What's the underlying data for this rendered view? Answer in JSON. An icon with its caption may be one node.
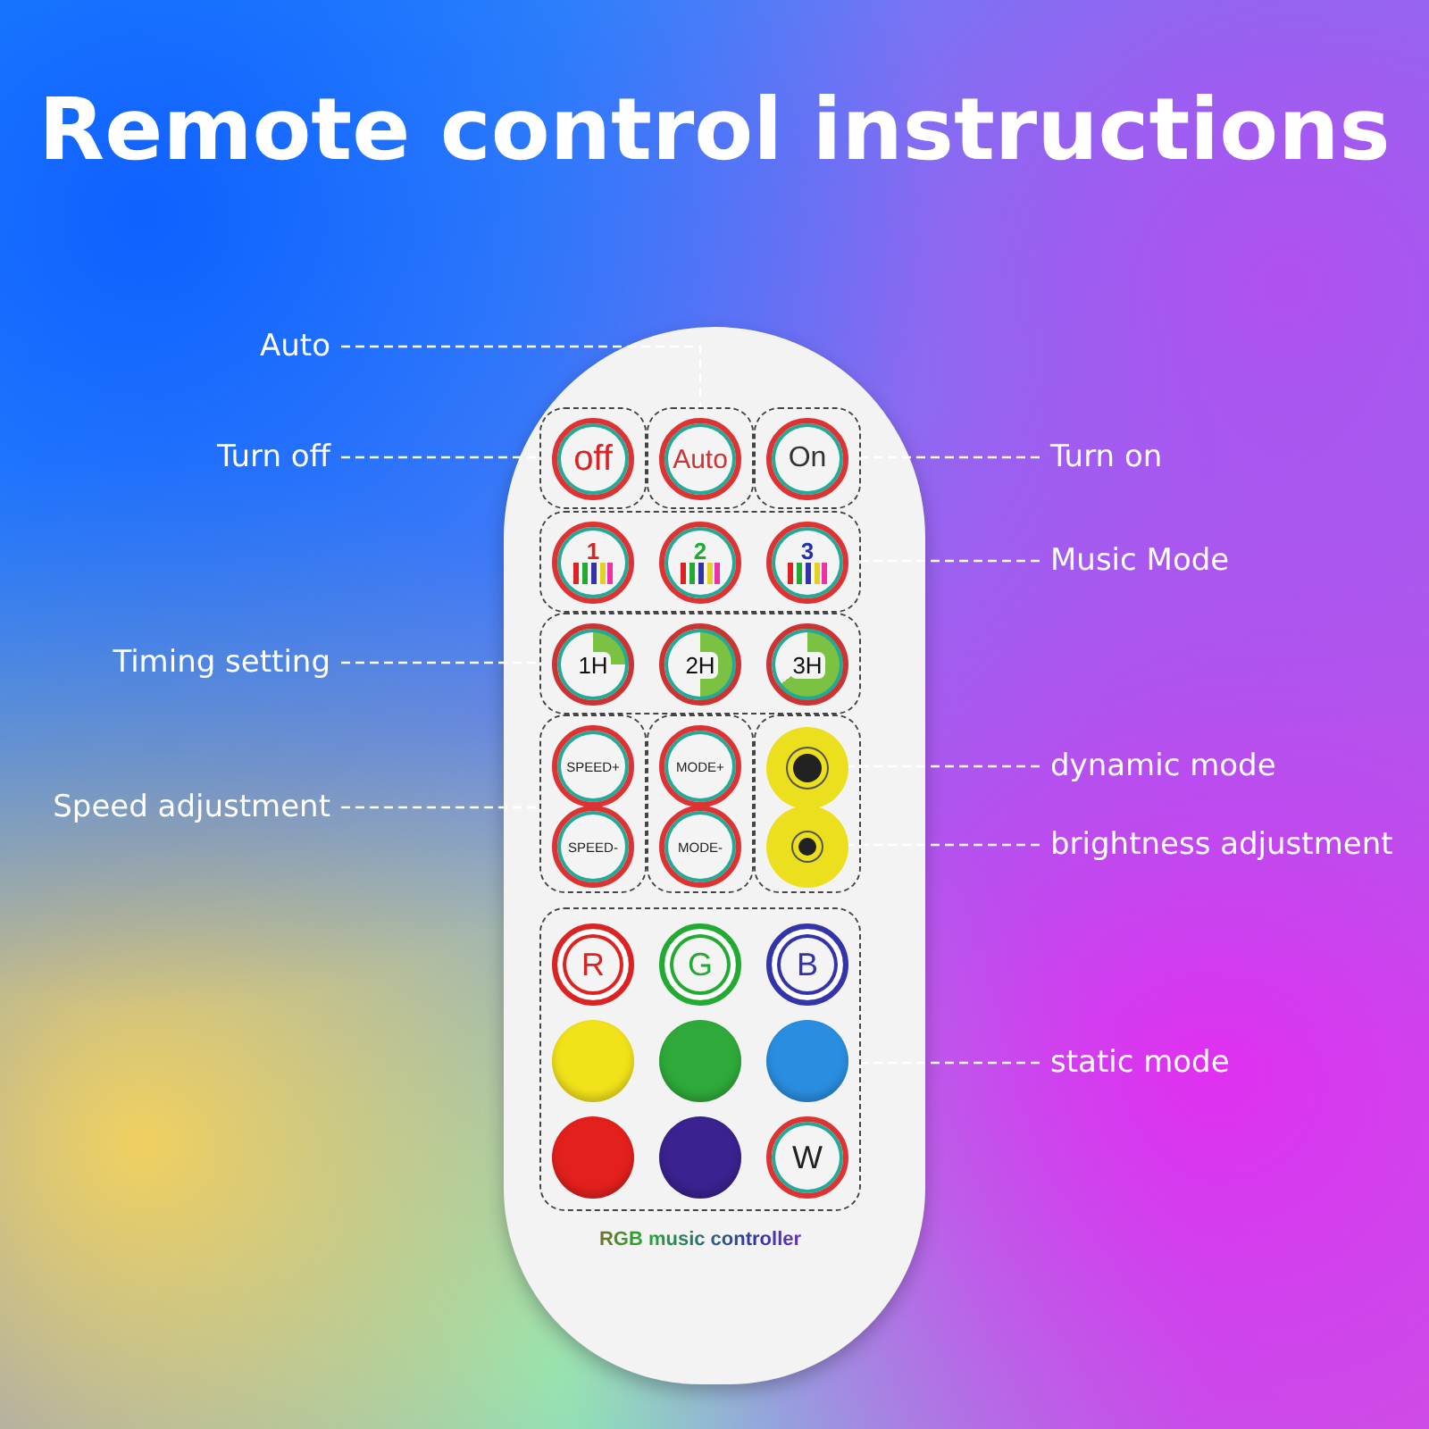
{
  "diagram": {
    "title": "Remote control instructions",
    "nodes": [
      {
        "text": [
          "Auto"
        ]
      },
      {
        "text": [
          "Turn off"
        ]
      },
      {
        "text": [],
        "shape": "box"
      },
      {
        "text": [
          "off"
        ],
        "in": 2
      },
      {
        "text": [],
        "shape": "box"
      },
      {
        "text": [
          "Auto"
        ],
        "in": 4
      },
      {
        "text": [],
        "shape": "box"
      },
      {
        "text": [
          "On"
        ],
        "in": 6
      },
      {
        "text": [
          "Turn on"
        ]
      },
      {
        "text": [],
        "shape": "box"
      },
      {
        "text": [
          "1"
        ],
        "in": 9
      },
      {
        "text": [
          "2"
        ],
        "in": 9
      },
      {
        "text": [
          "3"
        ],
        "in": 9
      },
      {
        "text": [
          "Music Mode"
        ]
      },
      {
        "text": [
          "Timing setting"
        ]
      },
      {
        "text": [],
        "shape": "box"
      },
      {
        "text": [
          "1H"
        ],
        "in": 15
      },
      {
        "text": [
          "2H"
        ],
        "in": 15
      },
      {
        "text": [
          "3H"
        ],
        "in": 15
      },
      {
        "text": [
          "Speed adjustment"
        ]
      },
      {
        "text": [],
        "shape": "box"
      },
      {
        "text": [
          "SPEED+"
        ],
        "in": 20
      },
      {
        "text": [
          "SPEED-"
        ],
        "in": 20
      },
      {
        "text": [],
        "shape": "box"
      },
      {
        "text": [
          "MODE+"
        ],
        "in": 23
      },
      {
        "text": [
          "MODE-"
        ],
        "in": 23
      },
      {
        "text": [],
        "shape": "box"
      },
      {
        "text": [],
        "shape": "circle",
        "in": 26
      },
      {
        "text": [],
        "shape": "circle",
        "in": 26
      },
      {
        "text": [
          "dynamic mode"
        ]
      },
      {
        "text": [
          "brightness adjustment"
        ]
      },
      {
        "text": [],
        "shape": "box"
      },
      {
        "text": [
          "R"
        ],
        "in": 31
      },
      {
        "text": [
          "G"
        ],
        "in": 31
      },
      {
        "text": [
          "B"
        ],
        "in": 31
      },
      {
        "text": [],
        "shape": "circle",
        "in": 31
      },
      {
        "text": [],
        "shape": "circle",
        "in": 31
      },
      {
        "text": [],
        "shape": "circle",
        "in": 31
      },
      {
        "text": [],
        "shape": "circle",
        "in": 31
      },
      {
        "text": [],
        "shape": "circle",
        "in": 31
      },
      {
        "text": [
          "W"
        ],
        "in": 31
      },
      {
        "text": [
          "static mode"
        ]
      }
    ],
    "edges": [
      {
        "from": 0,
        "to": 4,
        "arrow": "none",
        "style": "dashed"
      },
      {
        "from": 1,
        "to": 2,
        "arrow": "none",
        "style": "dashed"
      },
      {
        "from": 8,
        "to": 6,
        "arrow": "none",
        "style": "dashed"
      },
      {
        "from": 13,
        "to": 9,
        "arrow": "none",
        "style": "dashed"
      },
      {
        "from": 14,
        "to": 15,
        "arrow": "none",
        "style": "dashed"
      },
      {
        "from": 19,
        "to": 20,
        "arrow": "none",
        "style": "dashed"
      },
      {
        "from": 29,
        "to": 27,
        "arrow": "none",
        "style": "dashed"
      },
      {
        "from": 30,
        "to": 28,
        "arrow": "none",
        "style": "dashed"
      },
      {
        "from": 41,
        "to": 31,
        "arrow": "none",
        "style": "dashed"
      }
    ],
    "labels": [
      "RGB music controller"
    ]
  }
}
